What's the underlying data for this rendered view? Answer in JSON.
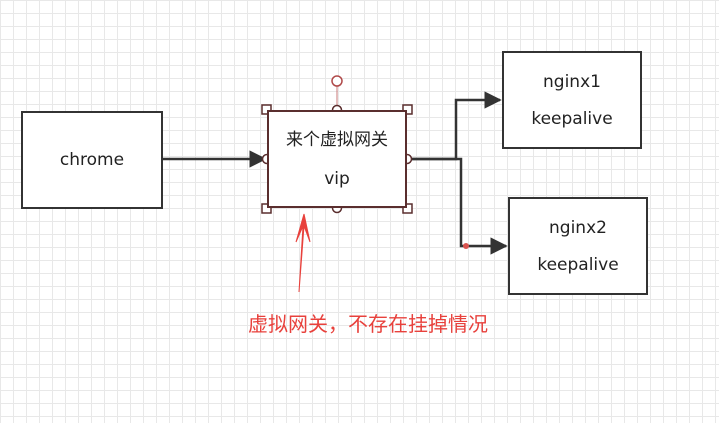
{
  "nodes": {
    "chrome": {
      "label": "chrome"
    },
    "vip": {
      "line1": "来个虚拟网关",
      "line2": "vip"
    },
    "nginx1": {
      "line1": "nginx1",
      "line2": "keepalive"
    },
    "nginx2": {
      "line1": "nginx2",
      "line2": "keepalive"
    }
  },
  "annotation": {
    "text": "虚拟网关，不存在挂掉情况"
  },
  "colors": {
    "node_border": "#333333",
    "selected_border": "#5a2e2e",
    "annotation": "#e8413c",
    "connector_dot": "#d9534f"
  },
  "edges": [
    {
      "from": "chrome",
      "to": "vip"
    },
    {
      "from": "vip",
      "to": "nginx1"
    },
    {
      "from": "vip",
      "to": "nginx2"
    }
  ]
}
